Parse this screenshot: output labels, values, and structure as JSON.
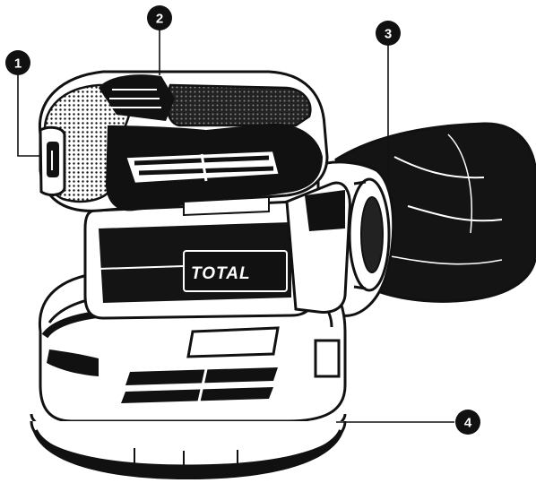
{
  "callouts": [
    {
      "id": "callout-1",
      "label": "1"
    },
    {
      "id": "callout-2",
      "label": "2"
    },
    {
      "id": "callout-3",
      "label": "3"
    },
    {
      "id": "callout-4",
      "label": "4"
    }
  ],
  "product": {
    "brand": "TOTAL"
  },
  "colors": {
    "ink": "#111111",
    "paper": "#ffffff"
  }
}
